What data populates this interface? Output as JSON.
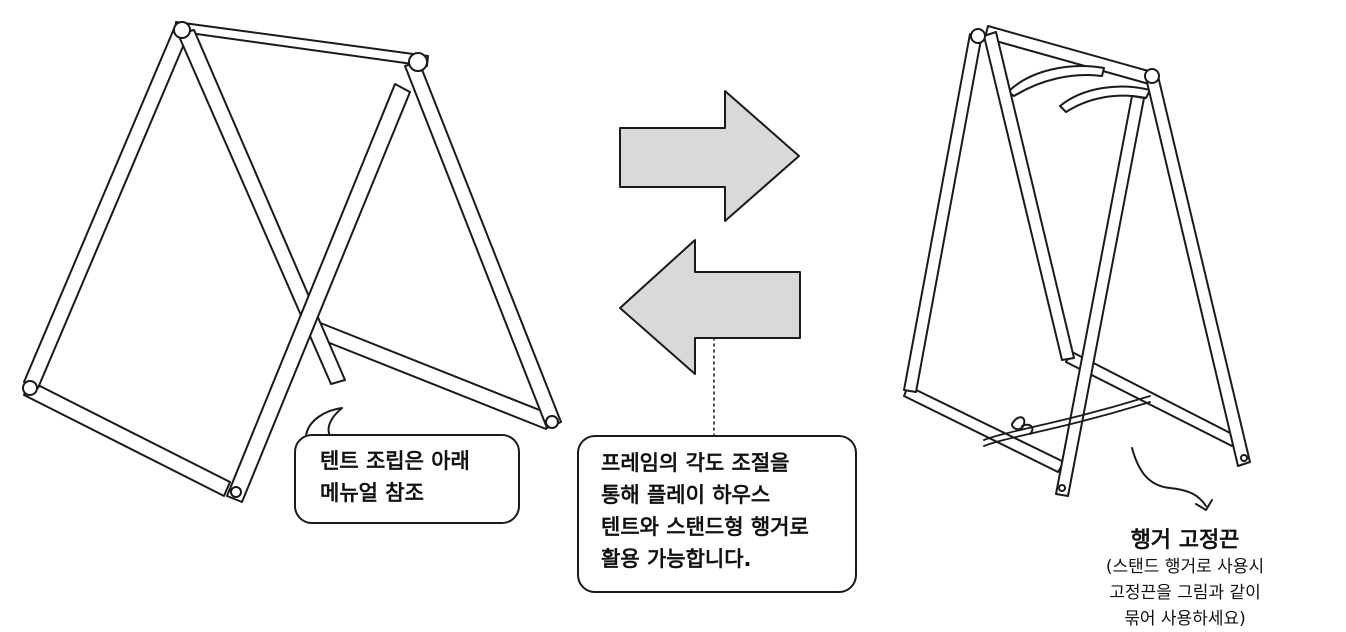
{
  "bubble_left": {
    "lines": [
      "텐트 조립은 아래",
      "메뉴얼 참조"
    ]
  },
  "bubble_center": {
    "lines": [
      "프레임의 각도 조절을",
      "통해 플레이 하우스",
      "텐트와 스탠드형 행거로",
      "활용 가능합니다."
    ]
  },
  "strap_caption": {
    "title": "행거 고정끈",
    "lines": [
      "(스탠드 행거로 사용시",
      "고정끈을 그림과 같이",
      "묶어 사용하세요)"
    ]
  },
  "arrows": {
    "right": "right-arrow",
    "left": "left-arrow",
    "fill": "#d9d9d9"
  }
}
